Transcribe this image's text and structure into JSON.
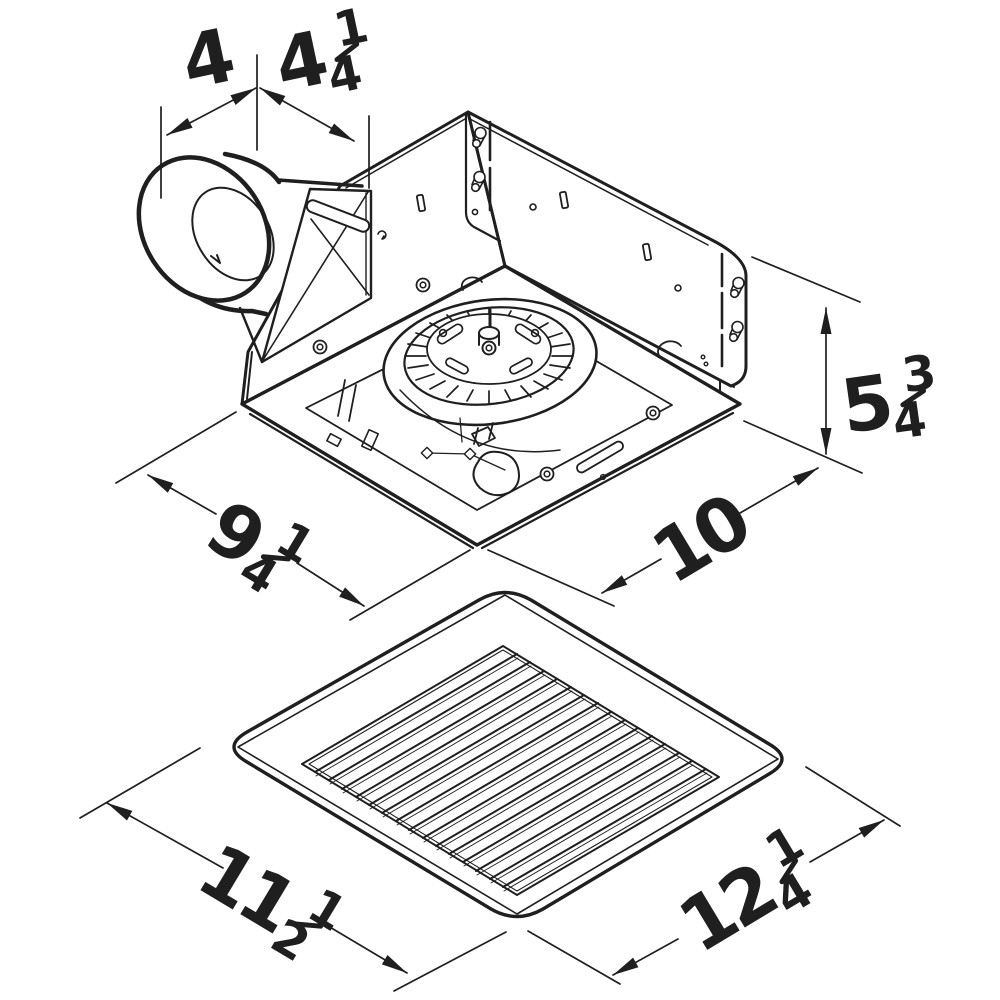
{
  "palette": {
    "background": "#ffffff",
    "ink": "#1f1f1f"
  },
  "figure": {
    "upper_object": "exhaust-fan-housing-isometric-bottom-view",
    "lower_object": "fan-grille-cover-isometric"
  },
  "dimensions": {
    "duct_diameter": {
      "whole": "4"
    },
    "duct_offset": {
      "whole": "4",
      "num": "1",
      "den": "4"
    },
    "housing_height": {
      "whole": "5",
      "num": "3",
      "den": "4"
    },
    "housing_depth": {
      "whole": "9",
      "num": "1",
      "den": "4"
    },
    "housing_width": {
      "whole": "10"
    },
    "grille_depth": {
      "whole": "11",
      "num": "1",
      "den": "2"
    },
    "grille_width": {
      "whole": "12",
      "num": "1",
      "den": "4"
    }
  }
}
